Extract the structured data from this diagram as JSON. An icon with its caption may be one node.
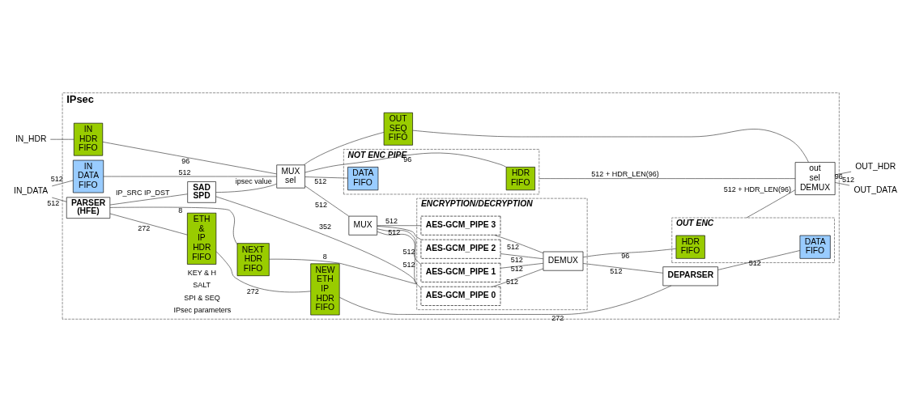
{
  "diagram": {
    "nodes": [
      {
        "text": [
          "IPsec"
        ]
      },
      {
        "text": [
          "IN_HDR"
        ]
      },
      {
        "text": [
          "IN_DATA"
        ]
      },
      {
        "text": [
          "IN HDR FIFO"
        ],
        "in": 0
      },
      {
        "text": [
          "IN DATA FIFO"
        ],
        "in": 0
      },
      {
        "text": [
          "MUX",
          "sel"
        ],
        "in": 0
      },
      {
        "text": [
          "OUT SEQ FIFO"
        ],
        "in": 0
      },
      {
        "text": [
          "NOT ENC PIPE"
        ],
        "in": 0
      },
      {
        "text": [
          "HDR FIFO"
        ],
        "in": 7
      },
      {
        "text": [
          "DATA FIFO"
        ],
        "in": 7
      },
      {
        "text": [
          "PARSER (HFE)"
        ],
        "in": 0
      },
      {
        "text": [
          "SAD SPD"
        ],
        "in": 0
      },
      {
        "text": [
          "MUX"
        ],
        "in": 0
      },
      {
        "text": [
          "ENCRYPTION/DECRYPTION"
        ],
        "in": 0
      },
      {
        "text": [
          "AES-GCM_PIPE 0"
        ],
        "in": 13
      },
      {
        "text": [
          "AES-GCM_PIPE 1"
        ],
        "in": 13
      },
      {
        "text": [
          "AES-GCM_PIPE 2"
        ],
        "in": 13
      },
      {
        "text": [
          "AES-GCM_PIPE 3"
        ],
        "in": 13
      },
      {
        "text": [
          "DEMUX"
        ],
        "in": 13
      },
      {
        "text": [
          "DEPARSER"
        ],
        "in": 0
      },
      {
        "text": [
          "OUT ENC"
        ],
        "in": 0
      },
      {
        "text": [
          "HDR FIFO"
        ],
        "in": 20
      },
      {
        "text": [
          "DATA FIFO"
        ],
        "in": 20
      },
      {
        "text": [
          "out sel",
          "DEMUX"
        ],
        "in": 0
      },
      {
        "text": [
          "OUT_HDR"
        ]
      },
      {
        "text": [
          "OUT_DATA"
        ]
      },
      {
        "text": [
          "ETH & IP HDR FIFO"
        ],
        "in": 0
      },
      {
        "text": [
          "NEXT HDR FIFO"
        ],
        "in": 0
      },
      {
        "text": [
          "NEW ETH IP HDR FIFO"
        ],
        "in": 0
      }
    ],
    "edges": [
      {
        "from": 1,
        "to": 3,
        "arrow": "none"
      },
      {
        "from": 2,
        "to": 4,
        "arrow": "none",
        "label": "512"
      },
      {
        "from": 2,
        "to": 10,
        "arrow": "none",
        "label": "512"
      },
      {
        "from": 3,
        "to": 5,
        "arrow": "none",
        "label": "96"
      },
      {
        "from": 4,
        "to": 5,
        "arrow": "none",
        "label": "512"
      },
      {
        "from": 5,
        "to": 6,
        "arrow": "none"
      },
      {
        "from": 5,
        "to": 8,
        "arrow": "none",
        "label": "96"
      },
      {
        "from": 5,
        "to": 9,
        "arrow": "none",
        "label": "512"
      },
      {
        "from": 5,
        "to": 12,
        "arrow": "none",
        "label": "512"
      },
      {
        "from": 12,
        "to": 14,
        "arrow": "none",
        "label": "512"
      },
      {
        "from": 12,
        "to": 15,
        "arrow": "none",
        "label": "512"
      },
      {
        "from": 12,
        "to": 16,
        "arrow": "none",
        "label": "512"
      },
      {
        "from": 12,
        "to": 17,
        "arrow": "none",
        "label": "512"
      },
      {
        "from": 14,
        "to": 18,
        "arrow": "none",
        "label": "512"
      },
      {
        "from": 15,
        "to": 18,
        "arrow": "none",
        "label": "512"
      },
      {
        "from": 16,
        "to": 18,
        "arrow": "none",
        "label": "512"
      },
      {
        "from": 17,
        "to": 18,
        "arrow": "none",
        "label": "512"
      },
      {
        "from": 18,
        "to": 21,
        "arrow": "none",
        "label": "96"
      },
      {
        "from": 18,
        "to": 19,
        "arrow": "none",
        "label": "512"
      },
      {
        "from": 19,
        "to": 22,
        "arrow": "none",
        "label": "512"
      },
      {
        "from": 6,
        "to": 23,
        "arrow": "none"
      },
      {
        "from": 7,
        "to": 23,
        "arrow": "none",
        "label": "512 + HDR_LEN(96)"
      },
      {
        "from": 20,
        "to": 23,
        "arrow": "none",
        "label": "512 + HDR_LEN(96)"
      },
      {
        "from": 23,
        "to": 24,
        "arrow": "none",
        "label": "96"
      },
      {
        "from": 23,
        "to": 25,
        "arrow": "none",
        "label": "512"
      },
      {
        "from": 10,
        "to": 11,
        "arrow": "none",
        "label": "IP_SRC IP_DST"
      },
      {
        "from": 11,
        "to": 5,
        "arrow": "none",
        "label": "ipsec value"
      },
      {
        "from": 11,
        "to": 13,
        "arrow": "none",
        "label": "352"
      },
      {
        "from": 10,
        "to": 26,
        "arrow": "none",
        "label": "272"
      },
      {
        "from": 10,
        "to": 27,
        "arrow": "none",
        "label": "8"
      },
      {
        "from": 26,
        "to": 28,
        "arrow": "none",
        "label": "272"
      },
      {
        "from": 28,
        "to": 19,
        "arrow": "none",
        "label": "272"
      },
      {
        "from": 27,
        "to": 13,
        "arrow": "none",
        "label": "8"
      }
    ],
    "labels": [
      "KEY & H",
      "SALT",
      "SPI & SEQ",
      "IPsec parameters"
    ]
  }
}
